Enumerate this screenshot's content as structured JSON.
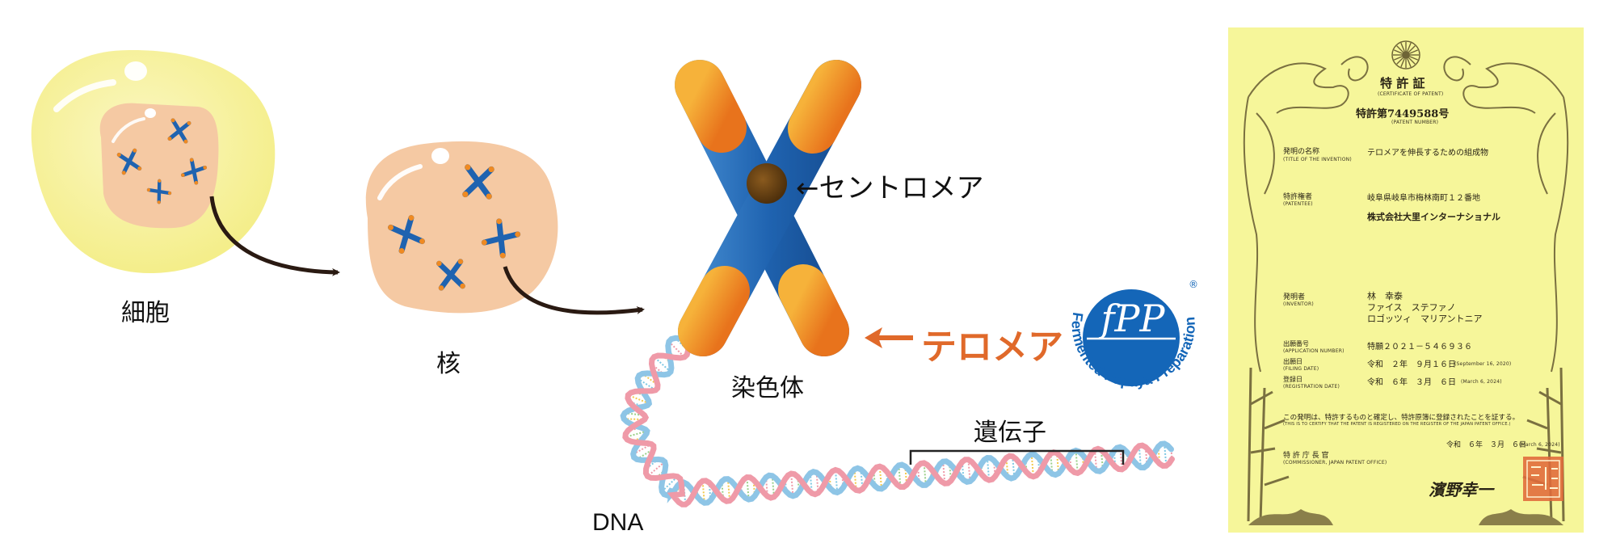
{
  "diagram": {
    "labels": {
      "cell": "細胞",
      "nucleus": "核",
      "chromosome": "染色体",
      "centromere": "←セントロメア",
      "telomere": "テロメア",
      "gene": "遺伝子",
      "dna": "DNA"
    },
    "colors": {
      "cell_membrane": "#f7f29e",
      "nucleus": "#f5c9a3",
      "chromosome_arm": "#1f63b0",
      "telomere": "#ef8a22",
      "telomere_label": "#e0692a",
      "centromere": "#6b4513",
      "arrow": "#2a1a12",
      "dna_blue": "#8ec5e6",
      "dna_pink": "#ef9aa8"
    }
  },
  "fpp_logo": {
    "text": "Fermented Papaya Preparation",
    "mark": "fPP",
    "registered": "®",
    "color": "#1466b8"
  },
  "certificate": {
    "background": "#f6f69a",
    "ink": "#6e6436",
    "title": "特 許 証",
    "title_en": "(CERTIFICATE OF PATENT)",
    "patent_number": "特許第7449588号",
    "patent_number_en": "(PATENT NUMBER)",
    "fields": [
      {
        "label": "発明の名称",
        "label_en": "(TITLE OF THE INVENTION)",
        "value": "テロメアを伸長するための組成物",
        "value2": ""
      },
      {
        "label": "特許権者",
        "label_en": "(PATENTEE)",
        "value": "岐阜県岐阜市梅林南町１２番地",
        "value2": "株式会社大里インターナショナル"
      },
      {
        "label": "発明者",
        "label_en": "(INVENTOR)",
        "value": "林　幸泰",
        "value2": "ファイス　ステファノ",
        "value3": "ロゴッツィ　マリアントニア"
      },
      {
        "label": "出願番号",
        "label_en": "(APPLICATION NUMBER)",
        "value": "特願２０２１－５４６９３６",
        "value2": ""
      },
      {
        "label": "出願日",
        "label_en": "(FILING DATE)",
        "value": "令和　２年　９月１６日",
        "value_en": "(September 16, 2020)"
      },
      {
        "label": "登録日",
        "label_en": "(REGISTRATION DATE)",
        "value": "令和　６年　３月　６日",
        "value_en": "(March 6, 2024)"
      }
    ],
    "statement": "この発明は、特許するものと確定し、特許原簿に登録されたことを証する。",
    "statement_en": "(THIS IS TO CERTIFY THAT THE PATENT IS REGISTERED ON THE REGISTER OF THE JAPAN PATENT OFFICE.)",
    "issue_date": "令和　６年　３月　６日",
    "issue_date_en": "(March 6, 2024)",
    "commissioner_label": "特 許 庁 長 官",
    "commissioner_label_en": "(COMMISSIONER, JAPAN PATENT OFFICE)",
    "commissioner_name": "濱野幸一"
  }
}
